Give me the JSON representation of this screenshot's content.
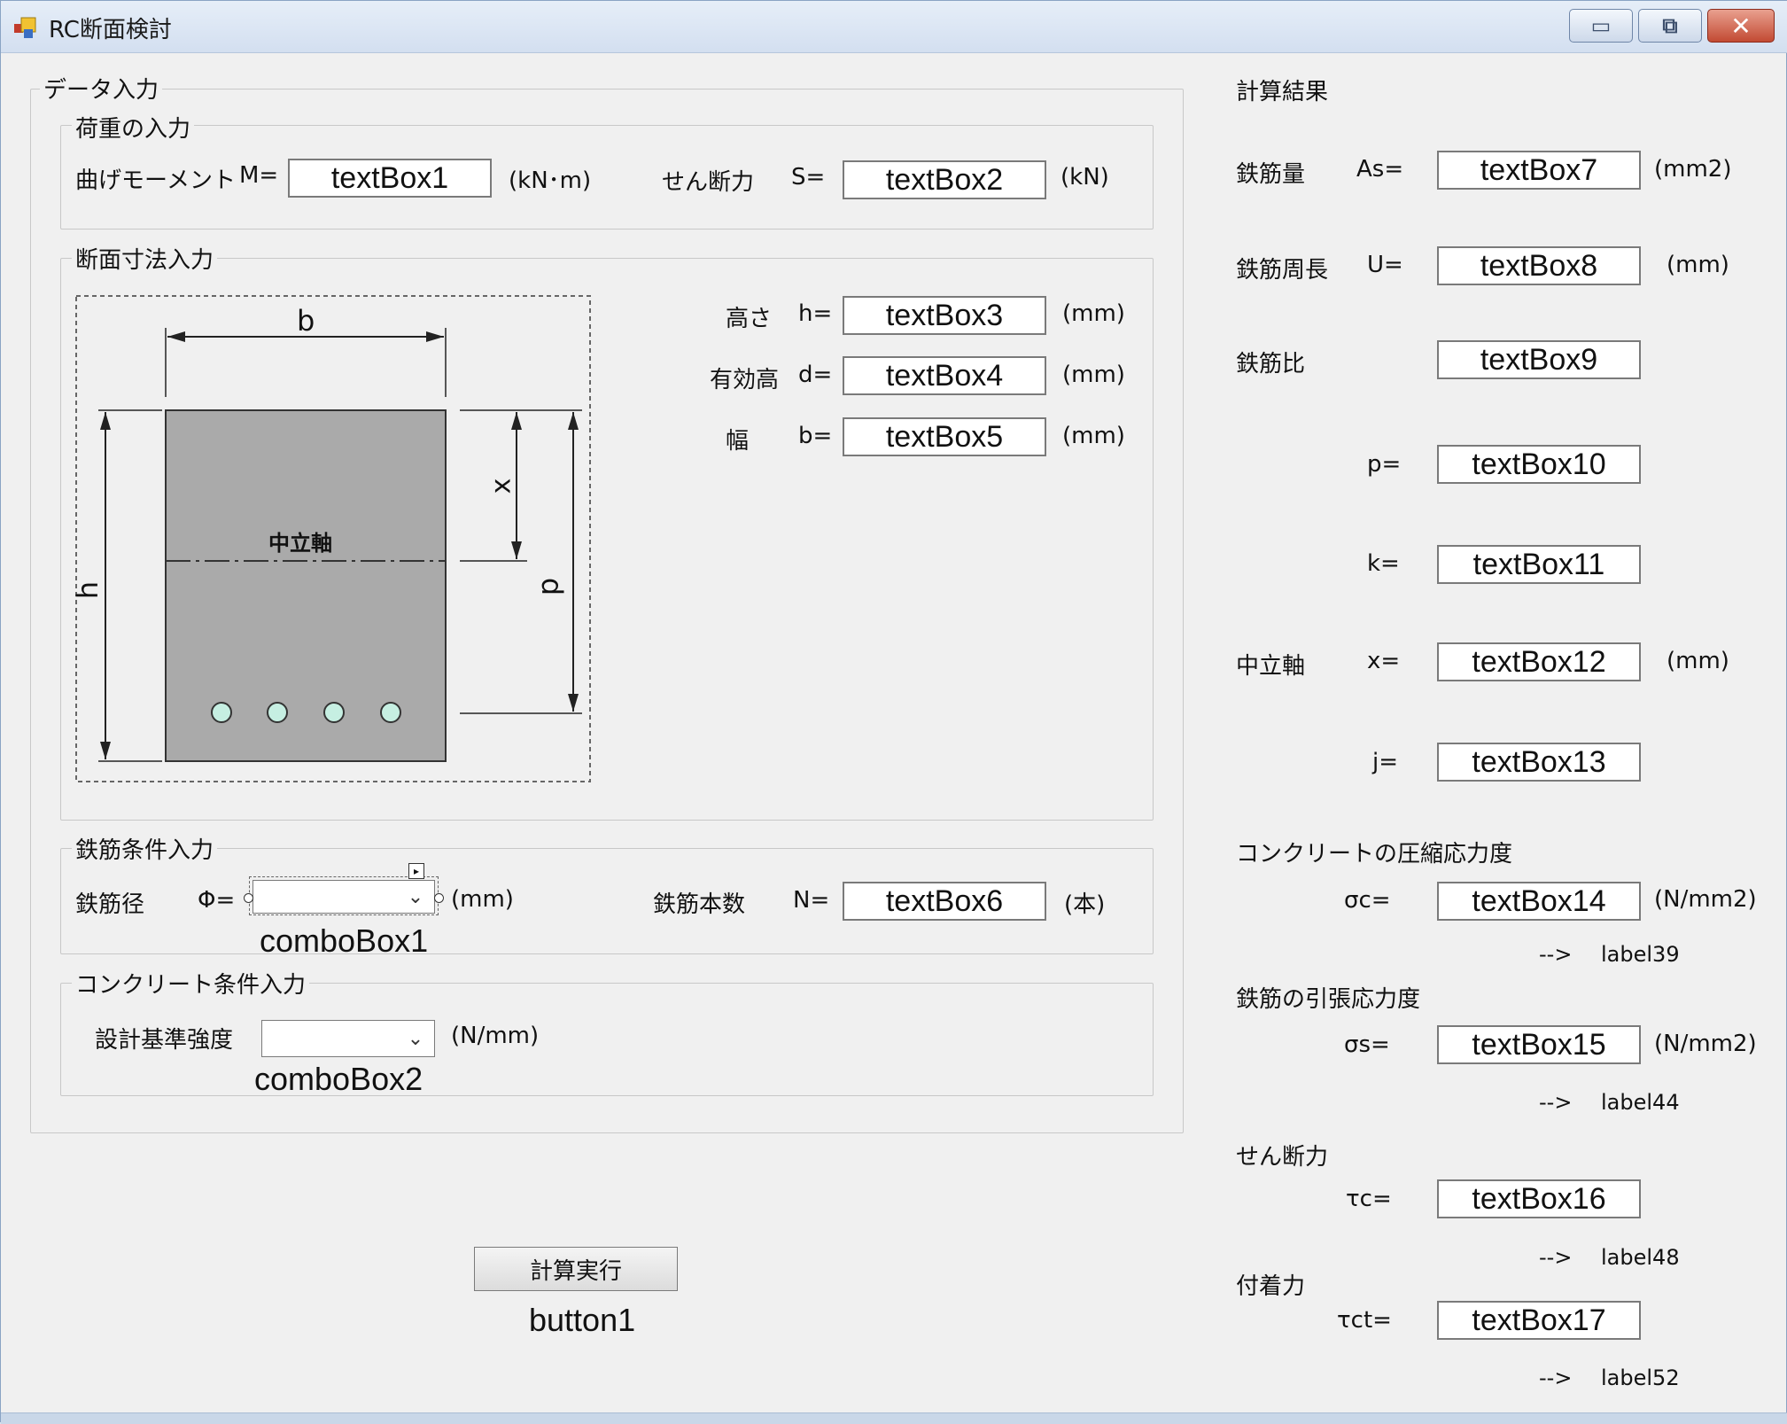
{
  "window": {
    "title": "RC断面検討",
    "controls": {
      "minimize": "▭",
      "maximize": "⧉",
      "close": "✕"
    }
  },
  "input": {
    "title": "データ入力",
    "load": {
      "title": "荷重の入力",
      "moment_label": "曲げモーメント",
      "moment_sym": "M=",
      "moment_box": "textBox1",
      "moment_unit": "(kN･m)",
      "shear_label": "せん断力",
      "shear_sym": "S=",
      "shear_box": "textBox2",
      "shear_unit": "(kN)"
    },
    "section": {
      "title": "断面寸法入力",
      "rows": [
        {
          "label": "高さ",
          "sym": "h=",
          "box": "textBox3",
          "unit": "(mm)"
        },
        {
          "label": "有効高",
          "sym": "d=",
          "box": "textBox4",
          "unit": "(mm)"
        },
        {
          "label": "幅",
          "sym": "b=",
          "box": "textBox5",
          "unit": "(mm)"
        }
      ],
      "diagram": {
        "b": "b",
        "h": "h",
        "x": "x",
        "d": "d",
        "neutral_axis": "中立軸"
      }
    },
    "rebar": {
      "title": "鉄筋条件入力",
      "dia_label": "鉄筋径",
      "dia_sym": "Φ=",
      "dia_unit": "(mm)",
      "combo_caption": "comboBox1",
      "count_label": "鉄筋本数",
      "count_sym": "N=",
      "count_box": "textBox6",
      "count_unit": "(本)"
    },
    "concrete": {
      "title": "コンクリート条件入力",
      "strength_label": "設計基準強度",
      "strength_unit": "(N/mm)",
      "combo_caption": "comboBox2"
    }
  },
  "action": {
    "label": "計算実行",
    "caption": "button1"
  },
  "results": {
    "title": "計算結果",
    "rebar_area": {
      "label": "鉄筋量",
      "sym": "As=",
      "box": "textBox7",
      "unit": "(mm2)"
    },
    "rebar_perimeter": {
      "label": "鉄筋周長",
      "sym": "U=",
      "box": "textBox8",
      "unit": "(mm)"
    },
    "rebar_ratio": {
      "label": "鉄筋比",
      "box": "textBox9"
    },
    "p": {
      "sym": "p=",
      "box": "textBox10"
    },
    "k": {
      "sym": "k=",
      "box": "textBox11"
    },
    "neutral": {
      "label": "中立軸",
      "sym": "x=",
      "box": "textBox12",
      "unit": "(mm)"
    },
    "j": {
      "sym": "j=",
      "box": "textBox13"
    },
    "conc_stress": {
      "label": "コンクリートの圧縮応力度",
      "sym": "σc=",
      "box": "textBox14",
      "unit": "(N/mm2)",
      "arrow": "-->",
      "ref": "label39"
    },
    "steel_stress": {
      "label": "鉄筋の引張応力度",
      "sym": "σs=",
      "box": "textBox15",
      "unit": "(N/mm2)",
      "arrow": "-->",
      "ref": "label44"
    },
    "shear": {
      "label": "せん断力",
      "sym": "τc=",
      "box": "textBox16",
      "arrow": "-->",
      "ref": "label48"
    },
    "bond": {
      "label": "付着力",
      "sym": "τct=",
      "box": "textBox17",
      "arrow": "-->",
      "ref": "label52"
    }
  }
}
